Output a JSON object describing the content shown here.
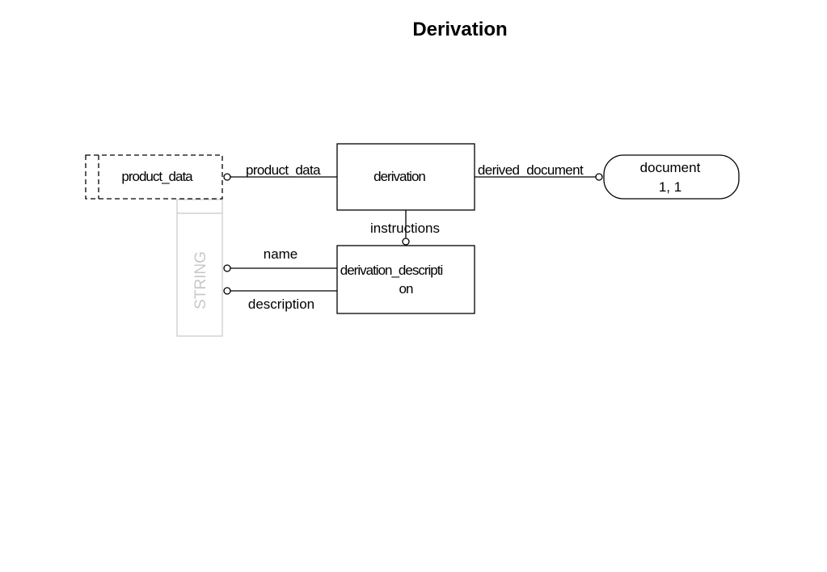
{
  "title": "Derivation",
  "entities": {
    "derivation": "derivation",
    "derivation_description_line1": "derivation_descripti",
    "derivation_description_line2": "on",
    "product_data": "product_data",
    "document": "document",
    "document_cardinality": "1, 1",
    "string_type": "STRING"
  },
  "relations": {
    "product_data": "product_data",
    "derived_document": "derived_document",
    "instructions": "instructions",
    "name": "name",
    "description": "description"
  },
  "colors": {
    "line": "#000000",
    "type_box": "#c8c8c8"
  }
}
